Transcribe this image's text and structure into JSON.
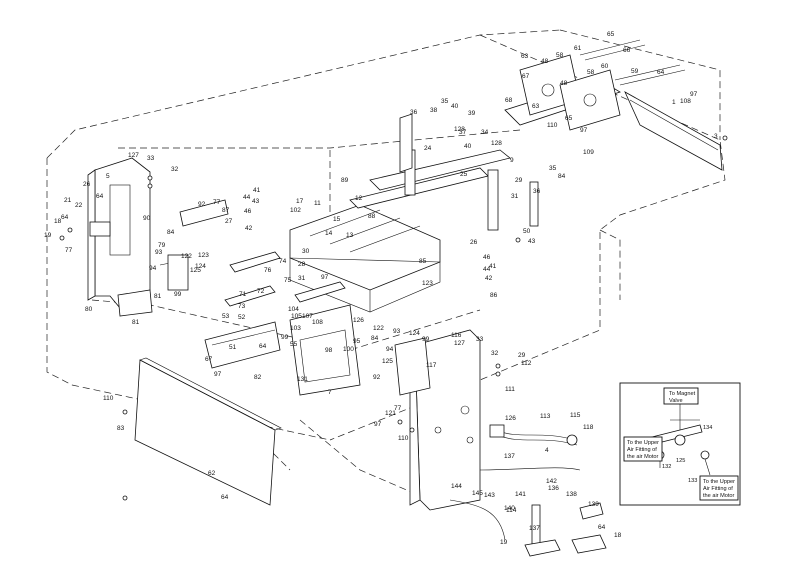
{
  "callouts": [
    "127",
    "33",
    "32",
    "5",
    "26",
    "64",
    "22",
    "21",
    "90",
    "18",
    "64",
    "19",
    "77",
    "92",
    "87",
    "27",
    "77",
    "44",
    "43",
    "41",
    "46",
    "42",
    "17",
    "102",
    "11",
    "15",
    "89",
    "12",
    "88",
    "13",
    "14",
    "28",
    "76",
    "74",
    "75",
    "72",
    "71",
    "97",
    "73",
    "53",
    "52",
    "51",
    "64",
    "82",
    "84",
    "93",
    "122",
    "123",
    "94",
    "124",
    "125",
    "99",
    "79",
    "80",
    "81",
    "81",
    "104",
    "105",
    "107",
    "103",
    "108",
    "131",
    "55",
    "99",
    "100",
    "98",
    "126",
    "95",
    "7",
    "30",
    "31",
    "36",
    "35",
    "40",
    "38",
    "37",
    "34",
    "39",
    "40",
    "128",
    "128",
    "9",
    "24",
    "25",
    "26",
    "29",
    "31",
    "36",
    "35",
    "84",
    "50",
    "43",
    "41",
    "46",
    "44",
    "42",
    "86",
    "85",
    "123",
    "122",
    "93",
    "124",
    "84",
    "99",
    "94",
    "125",
    "92",
    "117",
    "116",
    "127",
    "33",
    "32",
    "29",
    "112",
    "111",
    "126",
    "113",
    "115",
    "118",
    "137",
    "4",
    "114",
    "144",
    "145",
    "143",
    "142",
    "141",
    "136",
    "138",
    "139",
    "140",
    "137",
    "64",
    "18",
    "19",
    "77",
    "121",
    "97",
    "110",
    "97",
    "110",
    "83",
    "62",
    "64",
    "67",
    "63",
    "48",
    "58",
    "61",
    "65",
    "66",
    "67",
    "63",
    "48",
    "58",
    "60",
    "59",
    "64",
    "65",
    "68",
    "110",
    "97",
    "109",
    "97",
    "108",
    "1",
    "3"
  ],
  "inset": {
    "magnet_label": [
      "To Magnet",
      "Valve"
    ],
    "upper_air_left": [
      "To the Upper",
      "Air Fitting of",
      "the air Motor"
    ],
    "upper_air_right": [
      "To the Upper",
      "Air Fitting of",
      "the air Motor"
    ],
    "callouts": [
      "134",
      "125",
      "132",
      "133"
    ]
  },
  "colors": {
    "line": "#111111",
    "background": "#ffffff"
  }
}
